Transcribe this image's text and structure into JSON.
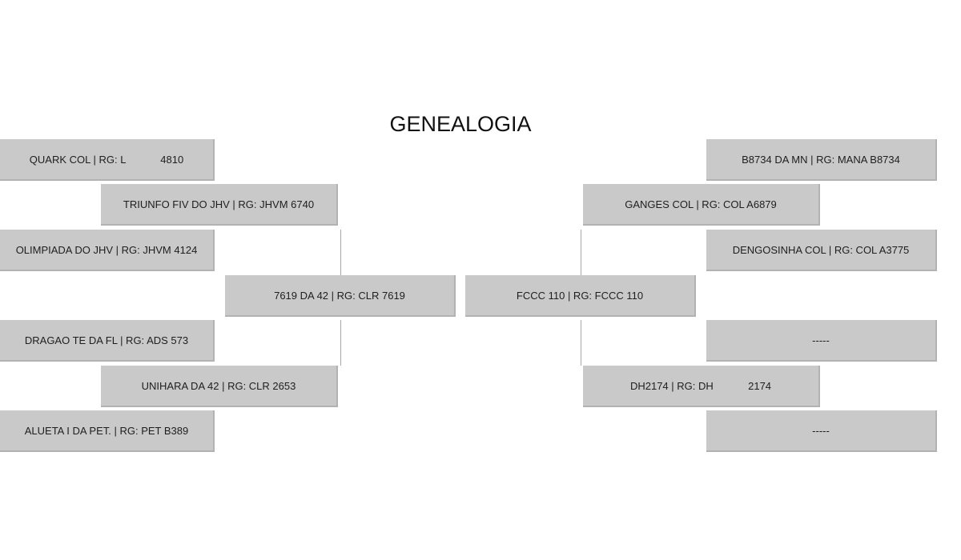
{
  "title": "GENEALOGIA",
  "sire_line": {
    "sire": "7619 DA 42 | RG: CLR 7619",
    "sire_sire": "TRIUNFO FIV DO JHV | RG: JHVM 6740",
    "sire_sire_sire": "QUARK COL | RG: L            4810",
    "sire_sire_dam": "OLIMPIADA DO JHV | RG: JHVM 4124",
    "sire_dam": "UNIHARA DA 42 | RG: CLR 2653",
    "sire_dam_sire": "DRAGAO TE DA FL | RG: ADS 573",
    "sire_dam_dam": "ALUETA I DA PET. | RG: PET B389"
  },
  "dam_line": {
    "dam": "FCCC 110 | RG: FCCC 110",
    "dam_sire": "GANGES COL | RG: COL A6879",
    "dam_sire_sire": "B8734 DA MN | RG: MANA B8734",
    "dam_sire_dam": "DENGOSINHA COL | RG: COL A3775",
    "dam_dam": "DH2174 | RG: DH            2174",
    "dam_dam_sire": "-----",
    "dam_dam_dam": "-----"
  },
  "colors": {
    "box_fill": "#c9c9c9",
    "box_shadow": "#b2b2b2",
    "connector": "#a8a8a8",
    "text": "#1e1e1e"
  }
}
